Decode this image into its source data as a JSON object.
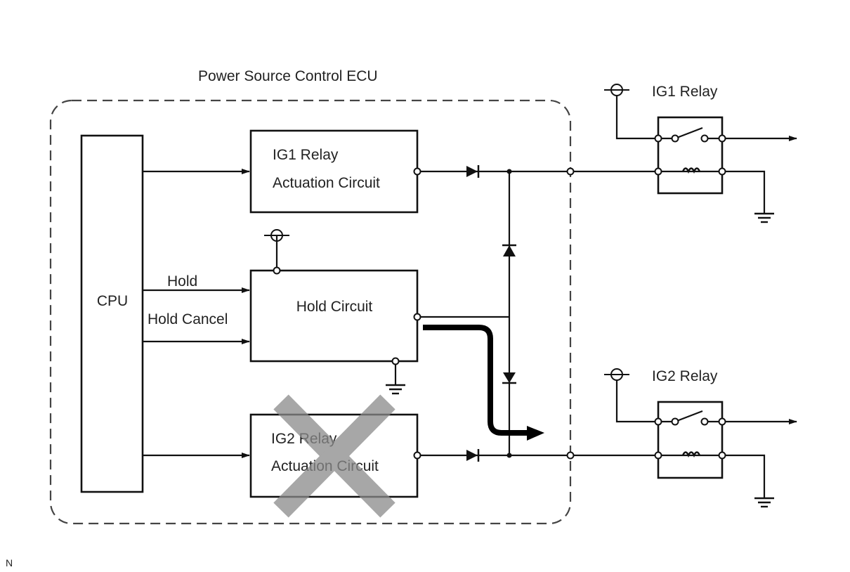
{
  "title": "Power Source Control ECU",
  "cpu": {
    "label": "CPU"
  },
  "signals": {
    "hold": "Hold",
    "hold_cancel": "Hold Cancel"
  },
  "blocks": {
    "ig1_actuation": {
      "line1": "IG1 Relay",
      "line2": "Actuation Circuit"
    },
    "hold": {
      "label": "Hold Circuit"
    },
    "ig2_actuation": {
      "line1": "IG2 Relay",
      "line2": "Actuation Circuit",
      "crossed_out": true
    }
  },
  "relays": {
    "ig1": {
      "label": "IG1 Relay"
    },
    "ig2": {
      "label": "IG2 Relay"
    }
  },
  "corner_mark": "N",
  "colors": {
    "line": "#111111",
    "cross": "#8a8a8a"
  }
}
